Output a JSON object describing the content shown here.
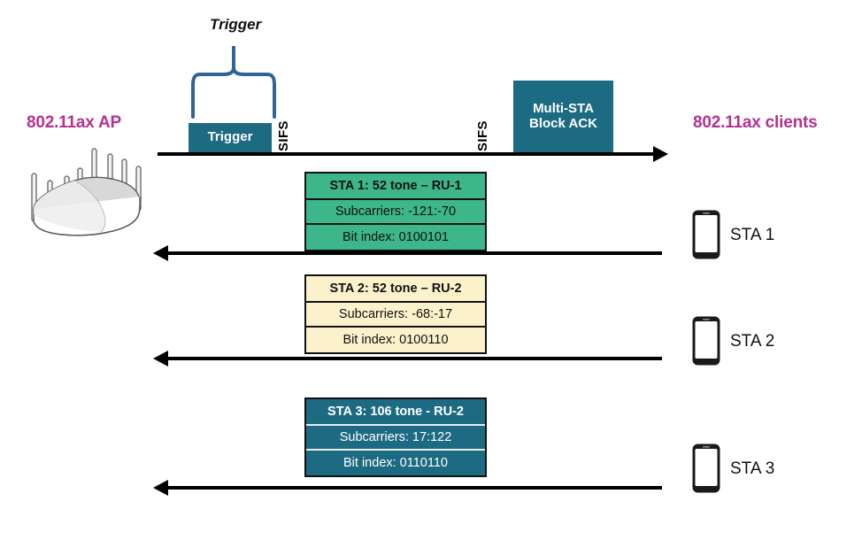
{
  "diagram": {
    "title_left": "802.11ax AP",
    "title_right": "802.11ax clients",
    "trigger_brace_label": "Trigger",
    "icons": {
      "access_point": "wireless-router-icon",
      "client": "smartphone-icon"
    }
  },
  "timeline": {
    "frames": [
      {
        "name": "trigger-frame",
        "label": "Trigger"
      },
      {
        "name": "sifs-1",
        "label": "SIFS"
      },
      {
        "name": "sifs-2",
        "label": "SIFS"
      },
      {
        "name": "multi-sta-block-ack-frame",
        "line1": "Multi-STA",
        "line2": "Block ACK"
      }
    ]
  },
  "uplink": [
    {
      "name": "sta-1",
      "color": "#3cb68a",
      "station_label": "STA 1",
      "rows": [
        "STA 1: 52 tone – RU-1",
        "Subcarriers: -121:-70",
        "Bit index: 0100101"
      ]
    },
    {
      "name": "sta-2",
      "color": "#fbf2cc",
      "station_label": "STA 2",
      "rows": [
        "STA 2: 52 tone – RU-2",
        "Subcarriers: -68:-17",
        "Bit index: 0100110"
      ]
    },
    {
      "name": "sta-3",
      "color": "#1d6b83",
      "station_label": "STA 3",
      "rows": [
        "STA 3: 106 tone - RU-2",
        "Subcarriers: 17:122",
        "Bit index: 0110110"
      ]
    }
  ],
  "colors": {
    "accent_magenta": "#b5318e",
    "frame_teal": "#1d6b83",
    "brace_blue": "#2e6496",
    "ru1_green": "#3cb68a",
    "ru2_cream": "#fbf2cc",
    "ru3_teal": "#1d6b83"
  }
}
